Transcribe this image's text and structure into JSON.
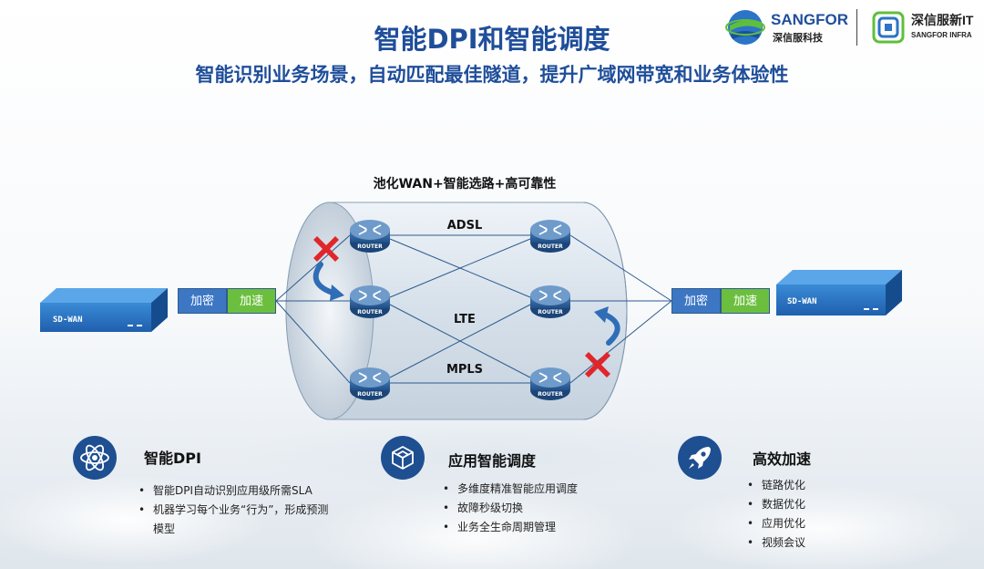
{
  "header": {
    "title": "智能DPI和智能调度",
    "subtitle": "智能识别业务场景，自动匹配最佳隧道，提升广域网带宽和业务体验性"
  },
  "logos": {
    "sangfor": {
      "name": "SANGFOR",
      "sub": "深信服科技"
    },
    "infra": {
      "name": "深信服新IT",
      "sub": "SANGFOR INFRA"
    }
  },
  "diagram": {
    "title": "池化WAN+智能选路+高可靠性",
    "links": [
      "ADSL",
      "LTE",
      "MPLS"
    ],
    "router_label": "ROUTER",
    "left_device": {
      "label": "SD-WAN",
      "tag_encrypt": "加密",
      "tag_accelerate": "加速"
    },
    "right_device": {
      "label": "SD-WAN",
      "tag_encrypt": "加密",
      "tag_accelerate": "加速"
    }
  },
  "features": [
    {
      "icon": "atom-icon",
      "title": "智能DPI",
      "items": [
        "智能DPI自动识别应用级所需SLA",
        "机器学习每个业务“行为”，形成预测模型"
      ]
    },
    {
      "icon": "cube-icon",
      "title": "应用智能调度",
      "items": [
        "多维度精准智能应用调度",
        "故障秒级切换",
        "业务全生命周期管理"
      ]
    },
    {
      "icon": "rocket-icon",
      "title": "高效加速",
      "items": [
        "链路优化",
        "数据优化",
        "应用优化",
        "视频会议"
      ]
    }
  ],
  "colors": {
    "title_blue": "#1f4e9a",
    "device_blue": "#1e4f91",
    "tag_blue": "#3d77c4",
    "tag_green": "#6cbf3e",
    "fail_red": "#e0262b"
  }
}
